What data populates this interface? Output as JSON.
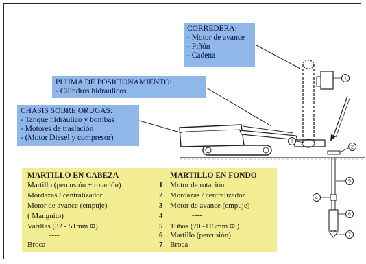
{
  "callouts": {
    "corredera": {
      "title": "CORREDERA:",
      "items": [
        "- Motor de avance",
        "- Piñón",
        "- Cadena"
      ]
    },
    "pluma": {
      "title": "PLUMA DE POSICIONAMIENTO:",
      "items": [
        "- Cilindros hidráulicos"
      ]
    },
    "chasis": {
      "title": "CHASIS SOBRE ORUGAS:",
      "items": [
        "- Tanque hidráulico y  bombas",
        "- Motores de traslación",
        "- (Motor Diesel y compresor)"
      ]
    }
  },
  "legend": {
    "head_title": "MARTILLO EN CABEZA",
    "fondo_title": "MARTILLO EN FONDO",
    "head_items": [
      "Martillo (percusión + rotación)",
      "Mordazas / centralizador",
      "Motor de avance (empuje)",
      "( Manguito)",
      "Varillas (32 - 51mm Φ)",
      "----",
      "Broca"
    ],
    "numbers": [
      "1",
      "2",
      "3",
      "4",
      "5",
      "6",
      "7"
    ],
    "fondo_items": [
      "Motor de rotación",
      "Mordazas / centralizador",
      "Motor de avance (empuje)",
      "----",
      "Tubos (70 -115mm Φ )",
      "Martillo (percusión)",
      "Broca"
    ]
  },
  "diagram_labels": [
    "1",
    "2",
    "3",
    "4",
    "5",
    "6",
    "7"
  ],
  "colors": {
    "callout_bg": "#8fb8e8",
    "legend_bg": "#f2ed92"
  }
}
